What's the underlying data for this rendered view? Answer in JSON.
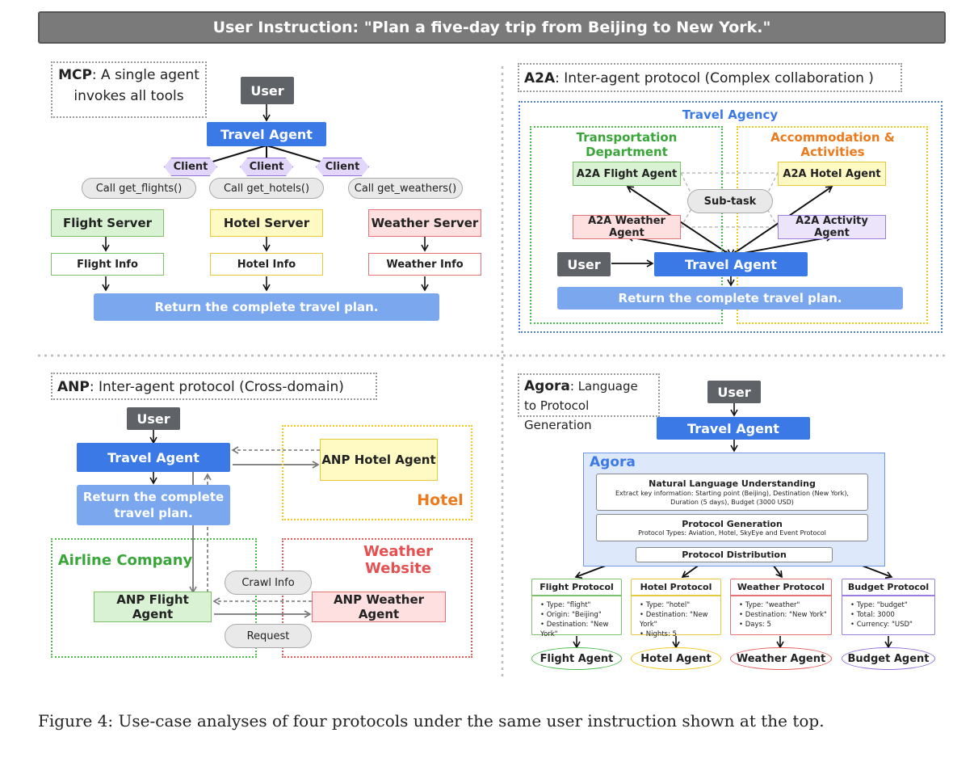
{
  "banner": "User Instruction: \"Plan a five-day trip from Beijing to New York.\"",
  "mcp": {
    "title_bold": "MCP",
    "title_rest": ": A single agent invokes all tools",
    "user": "User",
    "travel_agent": "Travel Agent",
    "client": [
      "Client",
      "Client",
      "Client"
    ],
    "calls": [
      "Call get_flights()",
      "Call get_hotels()",
      "Call get_weathers()"
    ],
    "servers": [
      "Flight Server",
      "Hotel Server",
      "Weather Server"
    ],
    "infos": [
      "Flight Info",
      "Hotel Info",
      "Weather Info"
    ],
    "return": "Return the complete travel plan."
  },
  "a2a": {
    "title_bold": "A2A",
    "title_rest": ": Inter-agent protocol (Complex collaboration )",
    "agency": "Travel Agency",
    "transport": "Transportation Department",
    "accommodation": "Accommodation & Activities",
    "flight_agent": "A2A Flight Agent",
    "hotel_agent": "A2A Hotel Agent",
    "subtask": "Sub-task",
    "weather_agent": "A2A Weather Agent",
    "activity_agent": "A2A Activity Agent",
    "user": "User",
    "travel_agent": "Travel Agent",
    "return": "Return the complete travel plan."
  },
  "anp": {
    "title_bold": "ANP",
    "title_rest": ":  Inter-agent protocol (Cross-domain)",
    "user": "User",
    "travel_agent": "Travel Agent",
    "hotel_agent": "ANP Hotel Agent",
    "hotel_label": "Hotel",
    "return": "Return the complete travel plan.",
    "airline_label": "Airline Company",
    "weather_label": "Weather Website",
    "crawl": "Crawl Info",
    "flight_agent": "ANP Flight Agent",
    "weather_agent": "ANP Weather Agent",
    "request": "Request"
  },
  "agora": {
    "title_bold": "Agora",
    "title_rest": ": Language to Protocol Generation",
    "user": "User",
    "travel_agent": "Travel Agent",
    "panel_label": "Agora",
    "nlu_title": "Natural Language Understanding",
    "nlu_text": "Extract key information: Starting point (Beijing), Destination (New York), Duration (5 days), Budget (3000 USD)",
    "pg_title": "Protocol Generation",
    "pg_text": "Protocol Types: Aviation, Hotel, SkyEye and Event Protocol",
    "distribution": "Protocol Distribution",
    "protocols": [
      {
        "name": "Flight Protocol",
        "items": [
          "Type: \"flight\"",
          "Origin: \"Beijing\"",
          "Destination: \"New York\""
        ]
      },
      {
        "name": "Hotel Protocol",
        "items": [
          "Type: \"hotel\"",
          "Destination: \"New York\"",
          "Nights: 5"
        ]
      },
      {
        "name": "Weather Protocol",
        "items": [
          "Type: \"weather\"",
          "Destination: \"New York\"",
          "Days: 5"
        ]
      },
      {
        "name": "Budget Protocol",
        "items": [
          "Type: \"budget\"",
          "Total: 3000",
          "Currency: \"USD\""
        ]
      }
    ],
    "agents": [
      "Flight Agent",
      "Hotel Agent",
      "Weather Agent",
      "Budget Agent"
    ]
  },
  "caption": "Figure 4: Use-case analyses of four protocols under the same user instruction shown at the top.",
  "colors": {
    "agent_blue": "#3b7ae6",
    "green": "#4cbb4c",
    "yellow": "#f2c81a",
    "red": "#e65a5a",
    "purple": "#8e6fdc"
  }
}
